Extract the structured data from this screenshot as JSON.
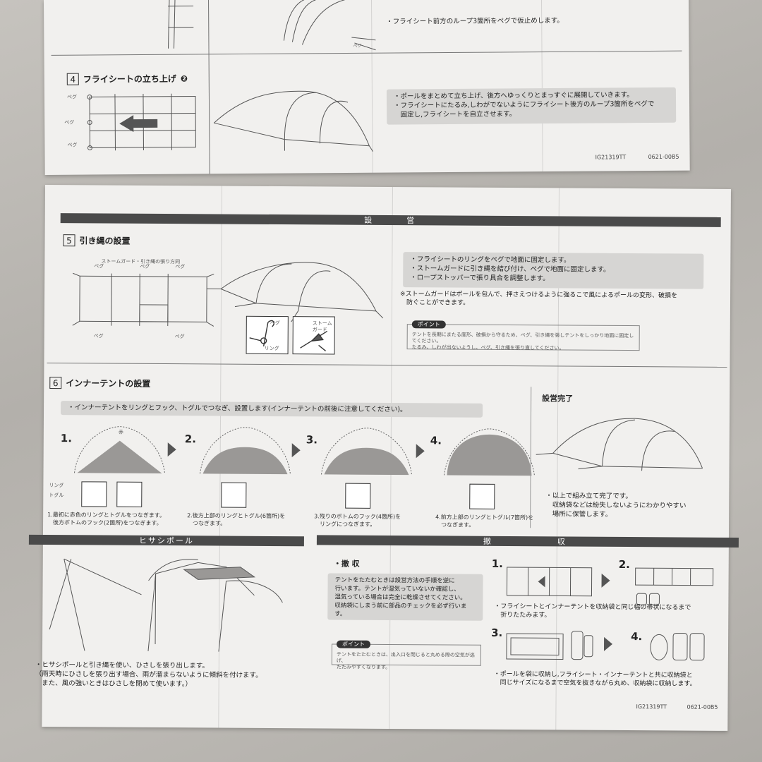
{
  "sheet1": {
    "step3_note": "・フライシート前方のループ3箇所をペグで仮止めします。",
    "step4_number": "4",
    "step4_title": "フライシートの立ち上げ",
    "step4_badge": "❷",
    "peg_label": "ペグ",
    "step4_note_lines": [
      "・ポールをまとめて立ち上げ、後方へゆっくりとまっすぐに展開していきます。",
      "・フライシートにたるみ,しわがでないようにフライシート後方のループ3箇所をペグで",
      "　固定し,フライシートを自立させます。"
    ],
    "code1": "IG21319TT",
    "code2": "0621-00B5"
  },
  "sheet2": {
    "banner_setup": "設　　　営",
    "step5_number": "5",
    "step5_title": "引き縄の設置",
    "stormguard_caption": "ストームガード・引き縄の張り方同",
    "peg_label": "ペグ",
    "ring_label": "リング",
    "stormguard_label": "ストーム\nガード",
    "step5_note_lines": [
      "・フライシートのリングをペグで地面に固定します。",
      "・ストームガードに引き縄を結び付け、ペグで地面に固定します。",
      "・ロープストッパーで張り具合を調整します。"
    ],
    "step5_remark_lines": [
      "※ストームガードはポールを包んで、押さえつけるように強るこで風によるポールの変形、破損を",
      "　防ぐことができます。"
    ],
    "point_label": "ポイント",
    "step5_point_lines": [
      "テントを長期にまたる度形、破損から守るため、ペグ、引き縄を張しテントをしっかり地面に固定してください。",
      "たるみ、しわが出ないようし、ペグ、引き縄を張り直してください。"
    ],
    "step6_number": "6",
    "step6_title": "インナーテントの設置",
    "step6_note": "・インナーテントをリングとフック、トグルでつなぎ、設置します(インナーテントの前後に注意してください)。",
    "complete_title": "設営完了",
    "steps": [
      {
        "num": "1.",
        "caption": "1.最初に赤色のリングとトグルをつなぎます。\n　後方ボトムのフック(2箇所)をつなぎます。"
      },
      {
        "num": "2.",
        "caption": "2.後方上部のリングとトグル(6箇所)を\n　つなぎます。"
      },
      {
        "num": "3.",
        "caption": "3.残りのボトムのフック(4箇所)を\n　リングにつなぎます。"
      },
      {
        "num": "4.",
        "caption": "4.前方上部のリングとトグル(7箇所)を\n　つなぎます。"
      }
    ],
    "red_label": "赤",
    "toggle_label": "トグル",
    "complete_note_lines": [
      "・以上で組み立て完了です。",
      "　収納袋などは紛失しないようにわかりやすい",
      "　場所に保管します。"
    ],
    "banner_hisashi": "ヒサシポール",
    "hisashi_note_lines": [
      "・ヒサシポールと引き縄を使い、ひさしを張り出します。",
      "（雨天時にひさしを張り出す場合、雨が溜まらないように傾斜を付けます。",
      "　また、風の強いときはひさしを閉めて使います。）"
    ],
    "banner_takedown": "撤　　　　収",
    "takedown_title": "・撤 収",
    "takedown_note_lines": [
      "テントをたたむときは設営方法の手順を逆に",
      "行います。テントが湿気っていないか確認し、",
      "湿気っている場合は完全に乾燥させてください。",
      "収納袋にしまう前に部品のチェックを必ず行います。"
    ],
    "takedown_point_lines": [
      "テントをたたむときは、出入口を閉じると丸める際の空気が逃げ、",
      "たたみやすくなります。"
    ],
    "fold_steps": [
      "1.",
      "2.",
      "3.",
      "4."
    ],
    "fold_note1_lines": [
      "・フライシートとインナーテントを収納袋と同じ幅の帯状になるまで",
      "　折りたたみます。"
    ],
    "fold_note2_lines": [
      "・ポールを袋に収納し,フライシート・インナーテントと共に収納袋と",
      "　同じサイズになるまで空気を抜きながら丸め、収納袋に収納します。"
    ],
    "code1": "IG21319TT",
    "code2": "0621-00B5"
  }
}
